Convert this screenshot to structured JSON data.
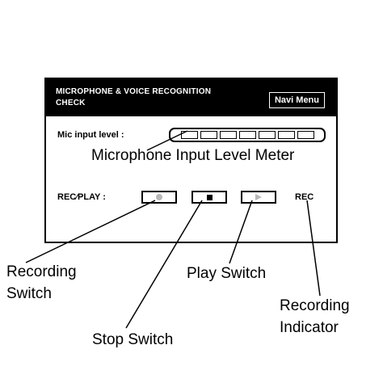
{
  "screen": {
    "title": "MICROPHONE & VOICE RECOGNITION\nCHECK",
    "navi_button": "Navi Menu",
    "mic_input_label": "Mic input level :",
    "meter_segments": 7,
    "rec_play_label": "REC∕PLAY :",
    "rec_indicator": "REC"
  },
  "callouts": {
    "meter": "Microphone Input Level Meter",
    "recording_switch": "Recording\nSwitch",
    "stop_switch": "Stop Switch",
    "play_switch": "Play Switch",
    "recording_indicator": "Recording\nIndicator"
  }
}
